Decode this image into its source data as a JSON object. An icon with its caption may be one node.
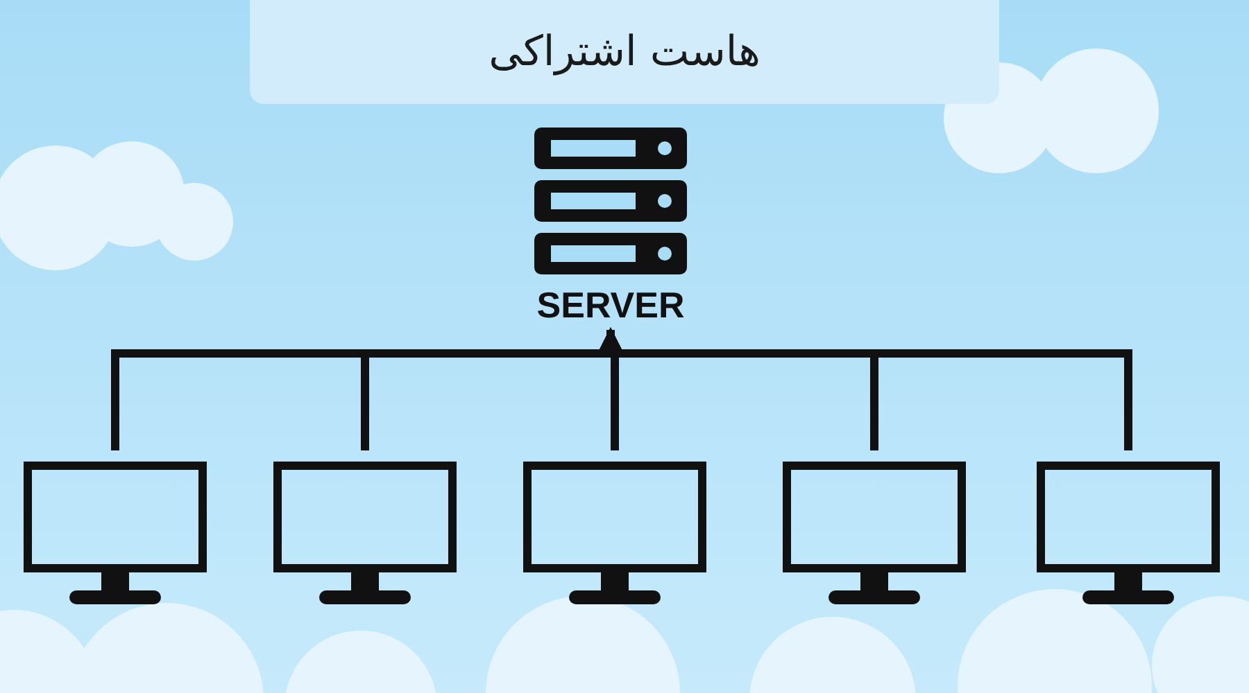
{
  "diagram": {
    "title": "هاست اشتراکی",
    "nodes": [
      {
        "text": [
          "SERVER"
        ]
      },
      {
        "text": [],
        "shape": "monitor"
      },
      {
        "text": [],
        "shape": "monitor"
      },
      {
        "text": [],
        "shape": "monitor"
      },
      {
        "text": [],
        "shape": "monitor"
      },
      {
        "text": [],
        "shape": "monitor"
      }
    ],
    "edges": [
      {
        "from": 1,
        "to": 0,
        "arrow": "to"
      },
      {
        "from": 2,
        "to": 0,
        "arrow": "to"
      },
      {
        "from": 3,
        "to": 0,
        "arrow": "to"
      },
      {
        "from": 4,
        "to": 0,
        "arrow": "to"
      },
      {
        "from": 5,
        "to": 0,
        "arrow": "to"
      }
    ]
  }
}
